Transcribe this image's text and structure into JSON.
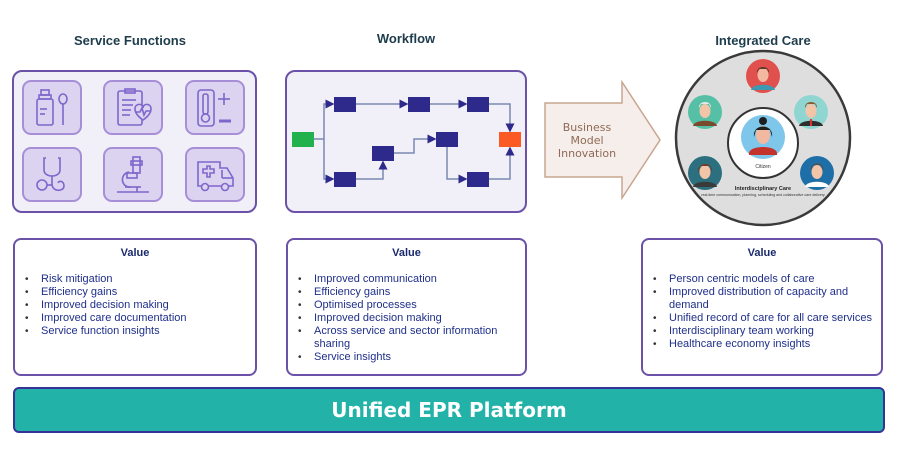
{
  "columns": {
    "service_functions": {
      "heading": "Service Functions",
      "tiles": [
        {
          "icon": "medicine-bottle-spoon-icon"
        },
        {
          "icon": "clipboard-heart-icon"
        },
        {
          "icon": "thermometer-icon"
        },
        {
          "icon": "stethoscope-icon"
        },
        {
          "icon": "microscope-icon"
        },
        {
          "icon": "ambulance-icon"
        }
      ],
      "value": {
        "title": "Value",
        "items": [
          "Risk mitigation",
          "Efficiency gains",
          "Improved decision making",
          "Improved care documentation",
          "Service function insights"
        ]
      }
    },
    "workflow": {
      "heading": "Workflow",
      "colors": {
        "start": "#22b14c",
        "end": "#fb5a25",
        "step": "#2e2a8c",
        "connector": "#7b8ab3"
      },
      "value": {
        "title": "Value",
        "items": [
          "Improved communication",
          "Efficiency gains",
          "Optimised processes",
          "Improved decision making",
          "Across service and sector information sharing",
          "Service insights"
        ]
      }
    },
    "transition": {
      "label_lines": [
        "Business",
        "Model",
        "Innovation"
      ]
    },
    "integrated_care": {
      "heading": "Integrated Care",
      "center_label": "Citizen",
      "ring_title": "Interdisciplinary Care",
      "ring_subtitle": "real-time communication, planning, scheduling and collaborative care delivery",
      "avatars": [
        {
          "role": "care-worker",
          "color": "#e0504c"
        },
        {
          "role": "elderly-carer",
          "color": "#55c0a6"
        },
        {
          "role": "manager",
          "color": "#8fd6d3"
        },
        {
          "role": "social-worker",
          "color": "#2c6f7f"
        },
        {
          "role": "doctor",
          "color": "#1e6fa8"
        }
      ],
      "value": {
        "title": "Value",
        "items": [
          "Person centric models of care",
          "Improved distribution of capacity and demand",
          "Unified record of care for all care services",
          "Interdisciplinary team working",
          "Healthcare economy insights"
        ]
      }
    }
  },
  "platform": {
    "label": "Unified EPR Platform",
    "color": "#22b2a8"
  }
}
